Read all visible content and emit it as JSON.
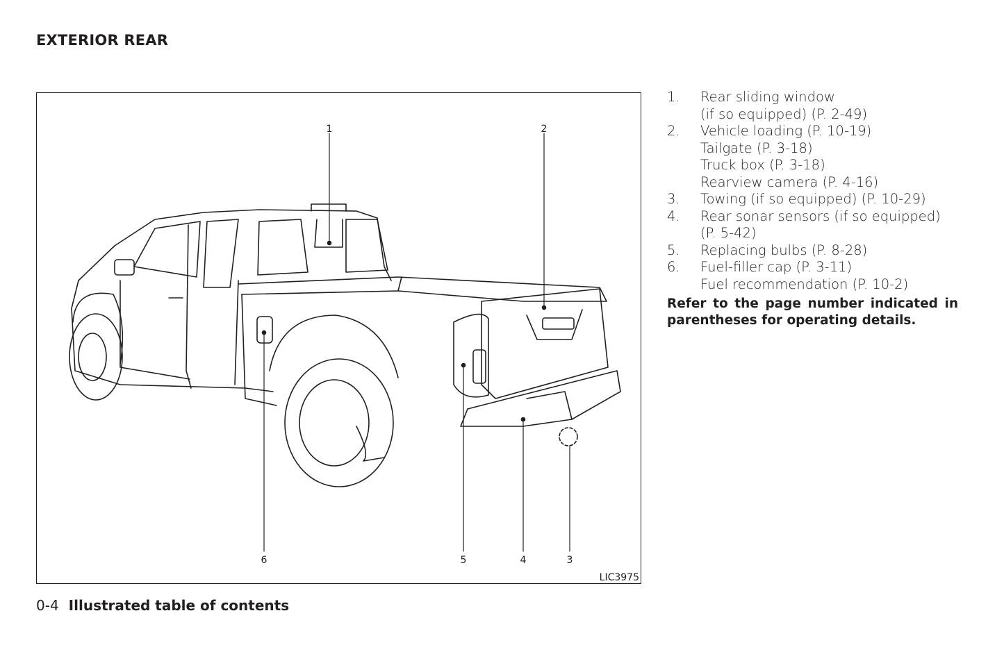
{
  "page_title": "EXTERIOR REAR",
  "figure": {
    "id": "LIC3975",
    "callouts": [
      "1",
      "2",
      "3",
      "4",
      "5",
      "6"
    ]
  },
  "items": [
    {
      "num": "1.",
      "lines": [
        "Rear sliding window",
        "(if so equipped) (P. 2-49)"
      ]
    },
    {
      "num": "2.",
      "lines": [
        "Vehicle loading (P. 10-19)",
        "Tailgate (P. 3-18)",
        "Truck box (P. 3-18)",
        "Rearview camera (P. 4-16)"
      ]
    },
    {
      "num": "3.",
      "lines": [
        "Towing (if so equipped) (P. 10-29)"
      ]
    },
    {
      "num": "4.",
      "lines": [
        "Rear sonar sensors (if so equipped)",
        "(P. 5-42)"
      ]
    },
    {
      "num": "5.",
      "lines": [
        "Replacing bulbs (P. 8-28)"
      ]
    },
    {
      "num": "6.",
      "lines": [
        "Fuel-filler cap (P. 3-11)",
        "Fuel recommendation (P. 10-2)"
      ]
    }
  ],
  "note": "Refer to the page number indicated in parentheses for operating details.",
  "footer": {
    "page_number": "0-4",
    "section": "Illustrated table of contents"
  }
}
